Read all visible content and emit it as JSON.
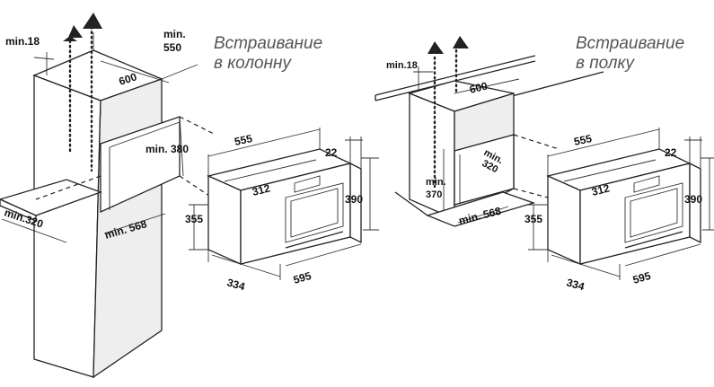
{
  "column": {
    "caption_line1": "Встраивание",
    "caption_line2": "в колонну",
    "min18": "min.18",
    "min550_a": "min.",
    "min550_b": "550",
    "w600": "600",
    "min380": "min. 380",
    "min320": "min.320",
    "min568": "min. 568"
  },
  "shelf": {
    "caption_line1": "Встраивание",
    "caption_line2": "в полку",
    "min18": "min.18",
    "w600": "600",
    "min320_a": "min.",
    "min320_b": "320",
    "min370_a": "min.",
    "min370_b": "370",
    "min568": "min. 568"
  },
  "appliance": {
    "depth": "555",
    "front_depth": "22",
    "inner_width": "312",
    "height": "390",
    "inner_height": "355",
    "bottom_depth": "334",
    "width": "595"
  }
}
